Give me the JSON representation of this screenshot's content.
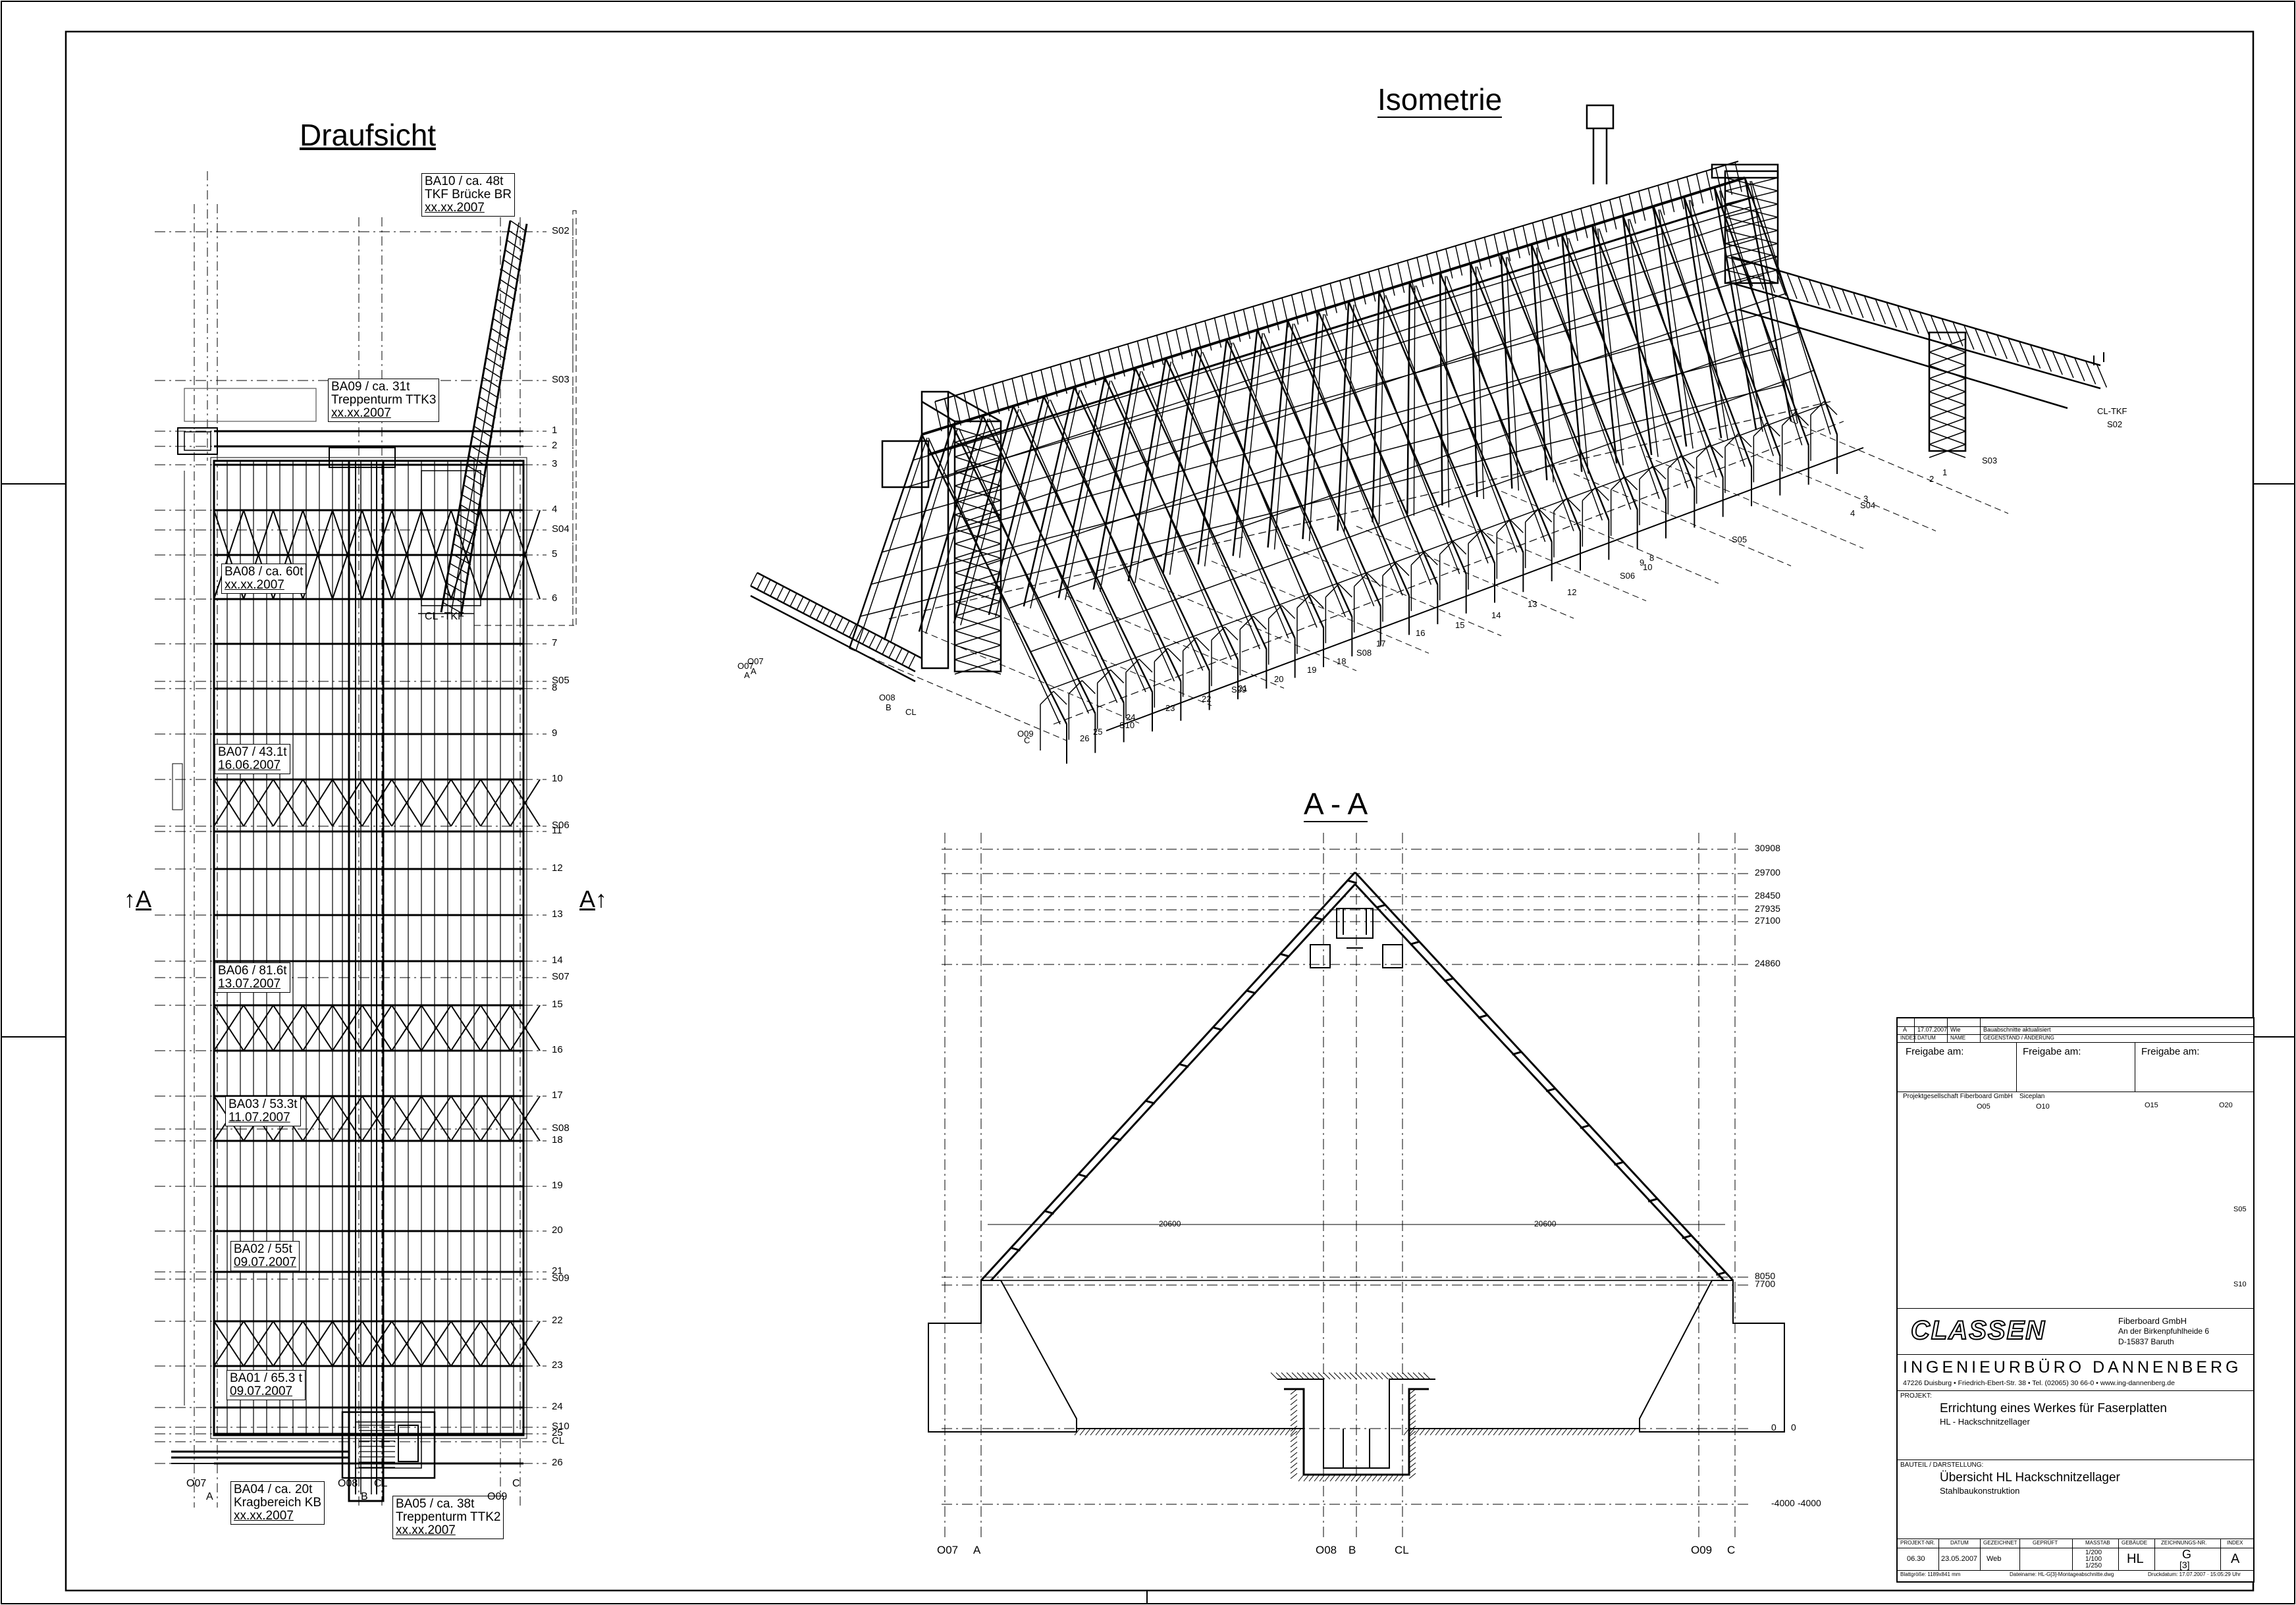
{
  "views": {
    "plan_title": "Draufsicht",
    "iso_title": "Isometrie",
    "section_title": "A - A",
    "section_marker": "A"
  },
  "plan": {
    "ba_boxes": [
      {
        "line1": "BA10 / ca. 48t",
        "line2": "TKF Brücke BR",
        "line3": "xx.xx.2007"
      },
      {
        "line1": "BA09 / ca. 31t",
        "line2": "Treppenturm TTK3",
        "line3": "xx.xx.2007"
      },
      {
        "line1": "BA08 / ca. 60t",
        "line2": "xx.xx.2007",
        "line3": ""
      },
      {
        "line1": "BA07 / 43.1t",
        "line2": "16.06.2007",
        "line3": ""
      },
      {
        "line1": "BA06 / 81.6t",
        "line2": "13.07.2007",
        "line3": ""
      },
      {
        "line1": "BA03 / 53.3t",
        "line2": "11.07.2007",
        "line3": ""
      },
      {
        "line1": "BA02 / 55t",
        "line2": "09.07.2007",
        "line3": ""
      },
      {
        "line1": "BA01 / 65.3 t",
        "line2": "09.07.2007",
        "line3": ""
      },
      {
        "line1": "BA04 / ca. 20t",
        "line2": "Kragbereich KB",
        "line3": "xx.xx.2007"
      },
      {
        "line1": "BA05 / ca. 38t",
        "line2": "Treppenturm TTK2",
        "line3": "xx.xx.2007"
      }
    ],
    "axis_labels": [
      "S02",
      "S03",
      "1",
      "2",
      "3",
      "4",
      "S04",
      "5",
      "6",
      "7",
      "S05",
      "8",
      "9",
      "10",
      "S06",
      "11",
      "12",
      "13",
      "14",
      "S07",
      "15",
      "16",
      "17",
      "S08",
      "18",
      "19",
      "20",
      "21",
      "S09",
      "22",
      "23",
      "24",
      "S10",
      "25",
      "CL",
      "26"
    ],
    "bottom_labels": [
      "O07",
      "A",
      "O08",
      "B",
      "CL",
      "O09",
      "C"
    ],
    "bracket_label": "CL -TKF"
  },
  "section": {
    "levels": [
      "30908",
      "29700",
      "28450",
      "27935",
      "27100",
      "24860",
      "8050",
      "7700",
      "0",
      "-4000",
      "0",
      "-4000"
    ],
    "bottom_labels": [
      "O07",
      "A",
      "O08",
      "B",
      "CL",
      "O09",
      "C"
    ],
    "dim_left": "20600",
    "dim_right": "20600"
  },
  "iso": {
    "labels": [
      "S02",
      "CL-TKF",
      "S03",
      "1",
      "2",
      "3",
      "S04",
      "4",
      "S05",
      "8",
      "9",
      "10",
      "S06",
      "12",
      "13",
      "14",
      "15",
      "16",
      "17",
      "S08",
      "18",
      "19",
      "20",
      "21",
      "22",
      "S09",
      "23",
      "24",
      "S10",
      "25",
      "26",
      "O07",
      "A",
      "O08",
      "B",
      "CL",
      "O09",
      "C",
      "O07",
      "A"
    ]
  },
  "titleblock": {
    "revision_row": {
      "index": "A",
      "date": "17.07.2007",
      "name": "Wie",
      "change": "Bauabschnitte aktualisiert"
    },
    "revision_header": {
      "index": "INDEX",
      "date": "DATUM",
      "name": "NAME",
      "change": "GEGENSTAND / ÄNDERUNG"
    },
    "release": [
      "Freigabe am:",
      "Freigabe am:",
      "Freigabe am:"
    ],
    "company_left": "Projektgesellschaft Fiberboard GmbH",
    "company_mid": "Siceplan",
    "mini_labels": [
      "O05",
      "O10",
      "O15",
      "O20",
      "S05",
      "S10"
    ],
    "logo": "CLASSEN",
    "client": {
      "line1": "Fiberboard GmbH",
      "line2": "An der Birkenpfuhlheide 6",
      "line3": "D-15837 Baruth"
    },
    "office": "INGENIEURBÜRO DANNENBERG",
    "office_address": "47226 Duisburg • Friedrich-Ebert-Str. 38 • Tel. (02065) 30 66-0 • www.ing-dannenberg.de",
    "project_label": "PROJEKT:",
    "project_line1": "Errichtung eines Werkes für Faserplatten",
    "project_line2": "HL - Hackschnitzellager",
    "part_label": "BAUTEIL / DARSTELLUNG:",
    "part_line1": "Übersicht HL Hackschnitzellager",
    "part_line2": "Stahlbaukonstruktion",
    "footer_headers": [
      "PROJEKT-NR.",
      "DATUM",
      "GEZEICHNET",
      "GEPRÜFT",
      "MASSTAB",
      "GEBÄUDE",
      "ZEICHNUNGS-NR.",
      "INDEX"
    ],
    "footer_values": {
      "project_no": "06.30",
      "date": "23.05.2007",
      "drawn": "Web",
      "checked": "",
      "scale1": "1/200",
      "scale2": "1/100",
      "scale3": "1/250",
      "building": "HL",
      "drawing_no": "G",
      "drawing_no2": "[3]",
      "index": "A"
    },
    "bottom_info1": "Blattgröße: 1189x841 mm",
    "bottom_info2": "Dateiname: HL-G[3]-Montageabschnitte.dwg",
    "bottom_info3": "Druckdatum: 17.07.2007 · 15:05:29 Uhr"
  }
}
